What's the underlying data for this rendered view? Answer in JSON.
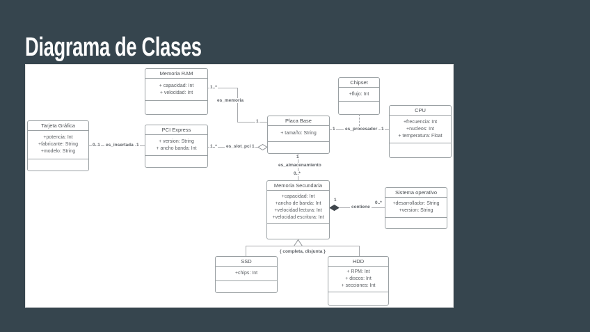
{
  "slide": {
    "title": "Diagrama de Clases",
    "background_color": "#36454e",
    "canvas_color": "#ffffff",
    "title_color": "#fdfdfd"
  },
  "diagram": {
    "type": "uml-class-diagram",
    "classes": [
      {
        "name": "Memoria RAM",
        "attributes": [
          "+ capacidad: Int",
          "+ velocidad: Int"
        ]
      },
      {
        "name": "Chipset",
        "attributes": [
          "+flujo: Int"
        ]
      },
      {
        "name": "CPU",
        "attributes": [
          "+frecuencia: Int",
          "+nucleos: Int",
          "+ temperatura: Float"
        ]
      },
      {
        "name": "Tarjeta Gráfica",
        "attributes": [
          "+potencia: Int",
          "+fabricante: String",
          "+modelo: String"
        ]
      },
      {
        "name": "PCI Express",
        "attributes": [
          "+ version: String",
          "+ ancho banda: Int"
        ]
      },
      {
        "name": "Placa Base",
        "attributes": [
          "+ tamaño: String"
        ]
      },
      {
        "name": "Memoria Secundaria",
        "attributes": [
          "+capacidad: Int",
          "+ancho de banda: Int",
          "+velocidad lectura: Int",
          "+velocidad escritura: Int"
        ]
      },
      {
        "name": "Sistema operativo",
        "attributes": [
          "+desarrollador: String",
          "+version: String"
        ]
      },
      {
        "name": "SSD",
        "attributes": [
          "+chips: Int"
        ]
      },
      {
        "name": "HDD",
        "attributes": [
          "+ RPM: Int",
          "+ discos: Int",
          "+ secciones: Int"
        ]
      }
    ],
    "edges": {
      "es_memoria": {
        "name": "es_memoria",
        "mult_source": "1..*",
        "mult_target": "1"
      },
      "es_insertada": {
        "name": "es_insertada",
        "mult_source": "0..1",
        "mult_target": "1"
      },
      "es_slot_pci": {
        "name": "es_slot_pci",
        "mult_source": "1..*",
        "mult_target": "1"
      },
      "es_procesador": {
        "name": "es_procesador",
        "mult_source": "1",
        "mult_target": "1"
      },
      "es_almacenamiento": {
        "name": "es_almacenamiento",
        "mult_source": "1",
        "mult_target": "0..*"
      },
      "contiene": {
        "name": "contiene",
        "mult_source": "1",
        "mult_target": "0..*"
      },
      "generalization": {
        "constraint": "{ completa, disjunta }"
      }
    }
  }
}
